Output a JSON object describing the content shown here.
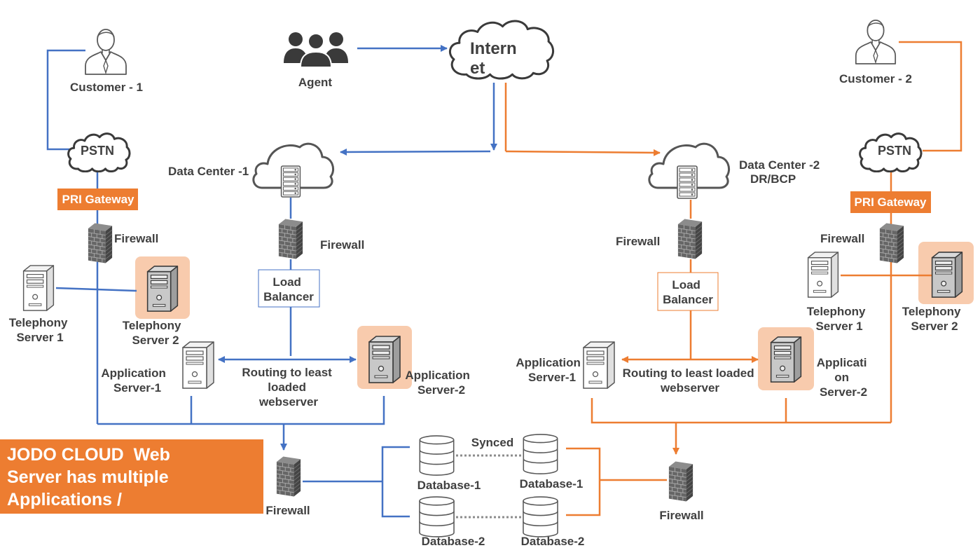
{
  "colors": {
    "blue": "#4472c4",
    "orange": "#ed7d31",
    "peach": "#f8cbad",
    "text": "#404040",
    "icon": "#595959"
  },
  "icons": {
    "customer": "user-icon",
    "agent": "agent-group-icon",
    "internet": "cloud-icon",
    "pstn": "cloud-icon",
    "data_center": "cloud-server-icon",
    "firewall": "brick-wall-icon",
    "server": "tower-server-icon",
    "database": "database-icon"
  },
  "internet": {
    "lines": [
      "Intern",
      "et"
    ]
  },
  "agent": {
    "label": "Agent"
  },
  "customer_1": {
    "label": "Customer - 1"
  },
  "customer_2": {
    "label": "Customer - 2"
  },
  "site_1": {
    "pstn": "PSTN",
    "pri_gateway": "PRI Gateway",
    "data_center": "Data Center -1",
    "firewall_pstn": "Firewall",
    "firewall_dc": "Firewall",
    "load_balancer": [
      "Load",
      "Balancer"
    ],
    "telephony_server_1": [
      "Telephony",
      "Server 1"
    ],
    "telephony_server_2": [
      "Telephony",
      "Server 2"
    ],
    "application_server_1": [
      "Application",
      "Server-1"
    ],
    "application_server_2": [
      "Application",
      "Server-2"
    ],
    "routing": [
      "Routing to least",
      "loaded",
      "webserver"
    ],
    "firewall_db": "Firewall",
    "databases": [
      "Database-1",
      "Database-2"
    ]
  },
  "site_2": {
    "pstn": "PSTN",
    "pri_gateway": "PRI Gateway",
    "data_center": [
      "Data Center -2",
      "DR/BCP"
    ],
    "firewall_pstn": "Firewall",
    "firewall_dc": "Firewall",
    "load_balancer": [
      "Load",
      "Balancer"
    ],
    "telephony_server_1": [
      "Telephony",
      "Server 1"
    ],
    "telephony_server_2": [
      "Telephony",
      "Server 2"
    ],
    "application_server_1": [
      "Application",
      "Server-1"
    ],
    "application_server_2": [
      "Applicati",
      "on",
      "Server-2"
    ],
    "routing": [
      "Routing to least loaded",
      "webserver"
    ],
    "firewall_db": "Firewall",
    "databases": [
      "Database-1",
      "Database-2"
    ]
  },
  "sync": {
    "label": "Synced"
  },
  "banner": {
    "lines": [
      "JODO CLOUD  Web",
      "Server has multiple",
      "Applications /"
    ]
  }
}
